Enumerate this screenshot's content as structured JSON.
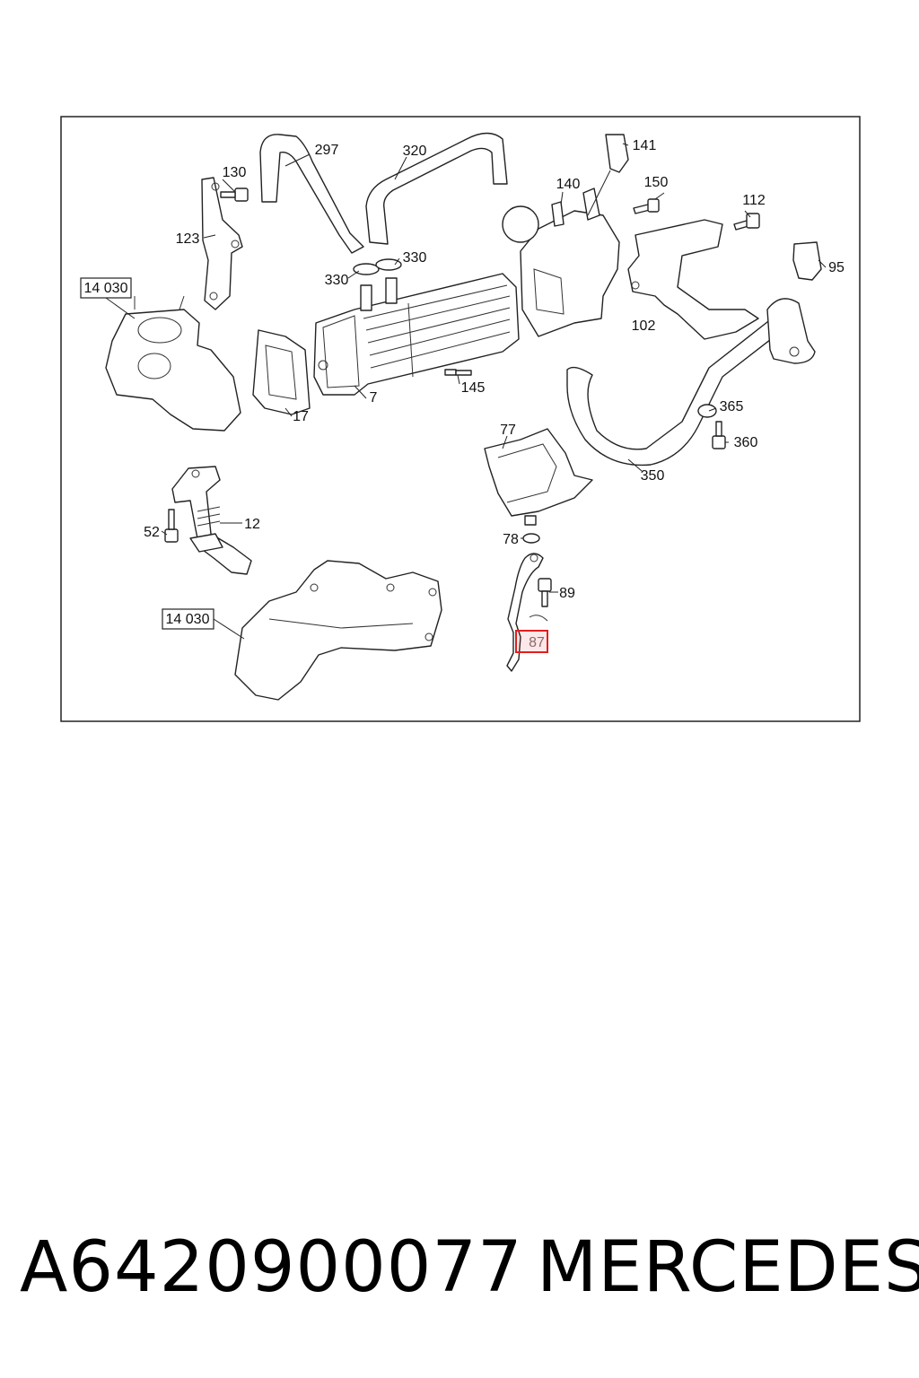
{
  "diagram": {
    "callouts": {
      "c297": "297",
      "c320": "320",
      "c141": "141",
      "c130": "130",
      "c140": "140",
      "c150": "150",
      "c112": "112",
      "c123": "123",
      "c330a": "330",
      "c330b": "330",
      "c95": "95",
      "c102": "102",
      "c7": "7",
      "c145": "145",
      "c17": "17",
      "c365": "365",
      "c77": "77",
      "c360": "360",
      "c350": "350",
      "c12": "12",
      "c52": "52",
      "c78": "78",
      "c89": "89",
      "c87": "87"
    },
    "ref_boxes": {
      "top": "14 030",
      "bottom": "14 030"
    },
    "highlight_color": "#e0201f"
  },
  "caption": {
    "part_number": "A6420900077",
    "make": "MERCEDES"
  }
}
